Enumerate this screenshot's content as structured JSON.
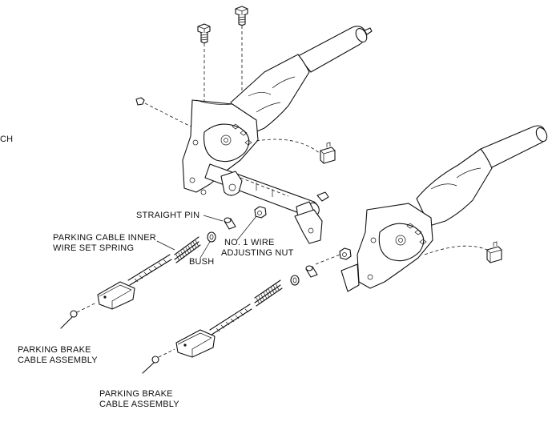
{
  "labels": {
    "edge_fragment": "CH",
    "straight_pin": "STRAIGHT PIN",
    "cable_spring_line1": "PARKING CABLE INNER",
    "cable_spring_line2": "WIRE SET SPRING",
    "no1_wire_line1": "NO. 1 WIRE",
    "no1_wire_line2": "ADJUSTING NUT",
    "bush": "BUSH",
    "cable_assembly_1_line1": "PARKING BRAKE",
    "cable_assembly_1_line2": "CABLE ASSEMBLY",
    "cable_assembly_2_line1": "PARKING BRAKE",
    "cable_assembly_2_line2": "CABLE ASSEMBLY"
  },
  "colors": {
    "line": "#111111",
    "background": "#ffffff"
  }
}
